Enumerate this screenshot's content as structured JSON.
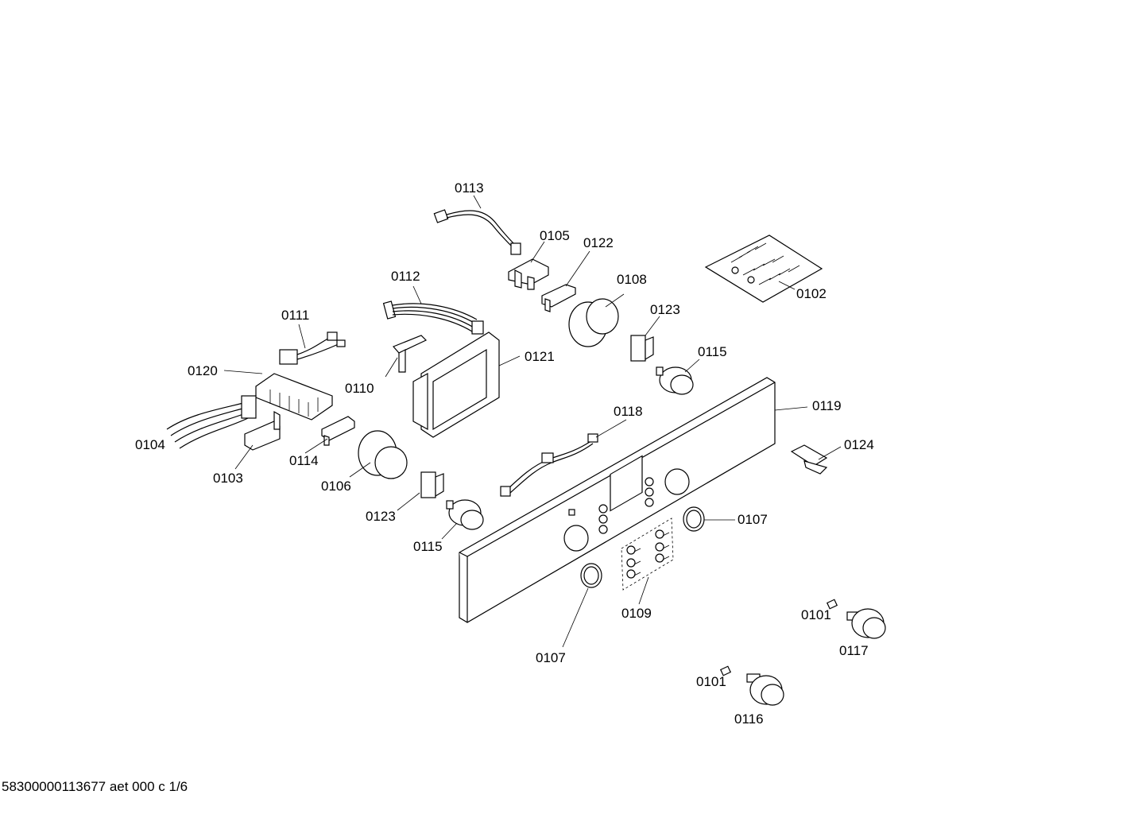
{
  "diagram": {
    "labels": {
      "l0113": "0113",
      "l0105": "0105",
      "l0122": "0122",
      "l0112": "0112",
      "l0108": "0108",
      "l0102": "0102",
      "l0111": "0111",
      "l0123a": "0123",
      "l0115a": "0115",
      "l0121": "0121",
      "l0120": "0120",
      "l0110": "0110",
      "l0118": "0118",
      "l0119": "0119",
      "l0124": "0124",
      "l0104": "0104",
      "l0114": "0114",
      "l0103": "0103",
      "l0106": "0106",
      "l0123b": "0123",
      "l0107a": "0107",
      "l0115b": "0115",
      "l0109": "0109",
      "l0101a": "0101",
      "l0117": "0117",
      "l0107b": "0107",
      "l0101b": "0101",
      "l0116": "0116"
    }
  },
  "footer": {
    "doc_id": "58300000113677 aet 000 c 1/6"
  }
}
